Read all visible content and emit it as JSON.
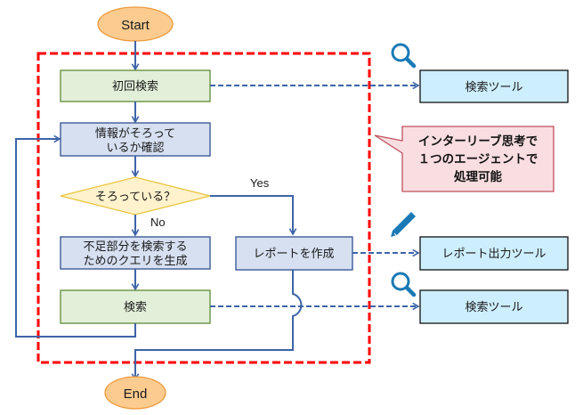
{
  "diagram": {
    "terminals": {
      "start": "Start",
      "end": "End"
    },
    "steps": {
      "initial_search": "初回検索",
      "check_info_line1": "情報がそろって",
      "check_info_line2": "いるか確認",
      "decision": "そろっている？",
      "generate_query_line1": "不足部分を検索する",
      "generate_query_line2": "ためのクエリを生成",
      "search": "検索",
      "create_report": "レポートを作成"
    },
    "branch_labels": {
      "yes": "Yes",
      "no": "No"
    },
    "tools": {
      "search_tool_1": "検索ツール",
      "report_tool": "レポート出力ツール",
      "search_tool_2": "検索ツール"
    },
    "callout": {
      "line1": "インターリーブ思考で",
      "line2": "１つのエージェントで",
      "line3": "処理可能"
    },
    "icons": {
      "search": "magnifier-icon",
      "report": "pencil-icon"
    },
    "colors": {
      "terminal_fill": "#fbcb8f",
      "terminal_stroke": "#ed9a3c",
      "green_fill": "#e2efd9",
      "green_stroke": "#5e8a37",
      "blue_fill": "#d6e0f1",
      "blue_stroke": "#2f4f8f",
      "decision_fill": "#fff2cc",
      "decision_stroke": "#e8c43a",
      "tool_fill": "#cdeefc",
      "tool_stroke": "#111111",
      "callout_fill": "#f8dde1",
      "callout_stroke": "#c0505e",
      "arrow": "#3d64a8",
      "boundary": "#ff0000",
      "icon": "#1b7ab5"
    }
  }
}
